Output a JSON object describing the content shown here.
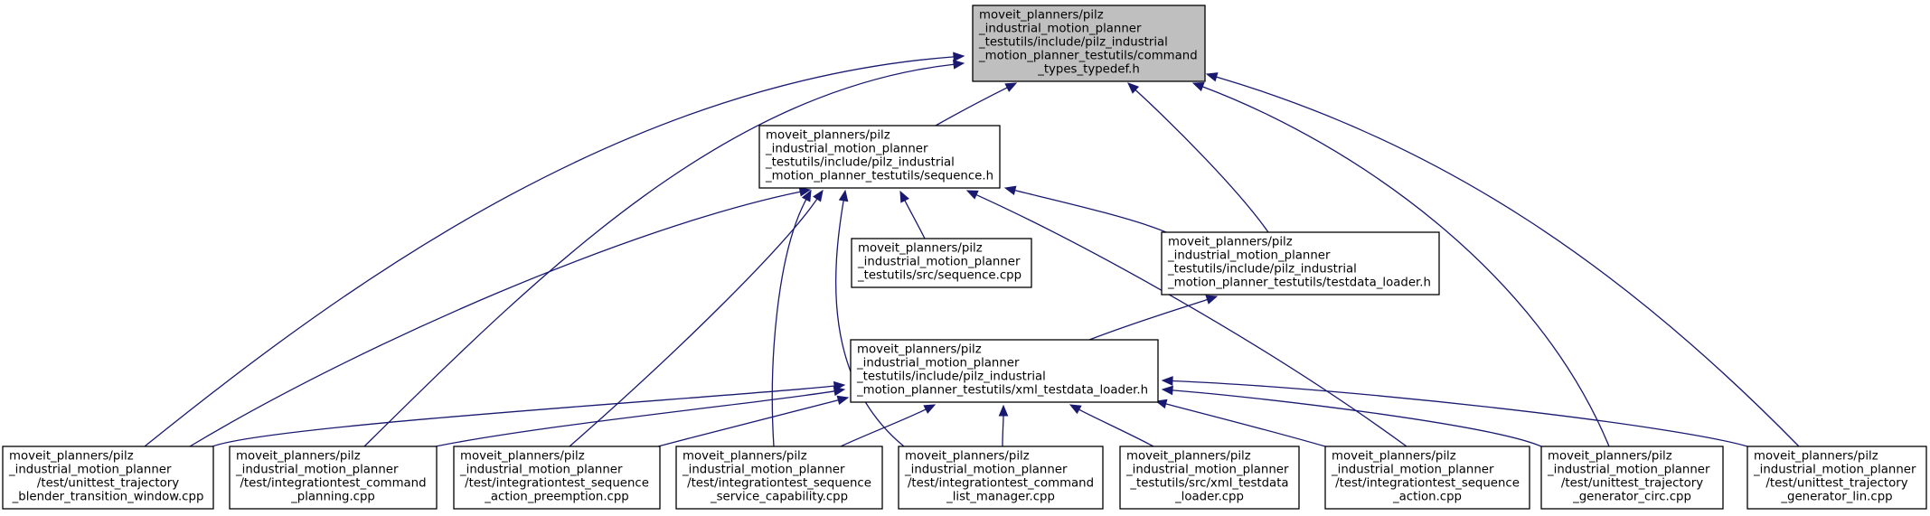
{
  "diagram": {
    "colors": {
      "edge": "#191970",
      "focus_fill": "#bfbfbf",
      "node_fill": "#ffffff",
      "border": "#000000"
    },
    "nodes": [
      {
        "id": "command_types_typedef_h",
        "focus": true,
        "align": "start",
        "lines": [
          "moveit_planners/pilz",
          "_industrial_motion_planner",
          "_testutils/include/pilz_industrial",
          "_motion_planner_testutils/command",
          "_types_typedef.h"
        ]
      },
      {
        "id": "sequence_h",
        "focus": false,
        "align": "start",
        "lines": [
          "moveit_planners/pilz",
          "_industrial_motion_planner",
          "_testutils/include/pilz_industrial",
          "_motion_planner_testutils/sequence.h"
        ]
      },
      {
        "id": "sequence_cpp",
        "focus": false,
        "align": "start",
        "lines": [
          "moveit_planners/pilz",
          "_industrial_motion_planner",
          "_testutils/src/sequence.cpp"
        ]
      },
      {
        "id": "testdata_loader_h",
        "focus": false,
        "align": "start",
        "lines": [
          "moveit_planners/pilz",
          "_industrial_motion_planner",
          "_testutils/include/pilz_industrial",
          "_motion_planner_testutils/testdata_loader.h"
        ]
      },
      {
        "id": "xml_testdata_loader_h",
        "focus": false,
        "align": "start",
        "lines": [
          "moveit_planners/pilz",
          "_industrial_motion_planner",
          "_testutils/include/pilz_industrial",
          "_motion_planner_testutils/xml_testdata_loader.h"
        ]
      },
      {
        "id": "unittest_trajectory_blender_transition_window_cpp",
        "focus": false,
        "align": "mixed",
        "lines": [
          "moveit_planners/pilz",
          "_industrial_motion_planner",
          "/test/unittest_trajectory",
          "_blender_transition_window.cpp"
        ]
      },
      {
        "id": "integrationtest_command_planning_cpp",
        "focus": false,
        "align": "mixed",
        "lines": [
          "moveit_planners/pilz",
          "_industrial_motion_planner",
          "/test/integrationtest_command",
          "_planning.cpp"
        ]
      },
      {
        "id": "integrationtest_sequence_action_preemption_cpp",
        "focus": false,
        "align": "mixed",
        "lines": [
          "moveit_planners/pilz",
          "_industrial_motion_planner",
          "/test/integrationtest_sequence",
          "_action_preemption.cpp"
        ]
      },
      {
        "id": "integrationtest_sequence_service_capability_cpp",
        "focus": false,
        "align": "mixed",
        "lines": [
          "moveit_planners/pilz",
          "_industrial_motion_planner",
          "/test/integrationtest_sequence",
          "_service_capability.cpp"
        ]
      },
      {
        "id": "integrationtest_command_list_manager_cpp",
        "focus": false,
        "align": "mixed",
        "lines": [
          "moveit_planners/pilz",
          "_industrial_motion_planner",
          "/test/integrationtest_command",
          "_list_manager.cpp"
        ]
      },
      {
        "id": "xml_testdata_loader_cpp",
        "focus": false,
        "align": "mixed",
        "lines": [
          "moveit_planners/pilz",
          "_industrial_motion_planner",
          "_testutils/src/xml_testdata",
          "_loader.cpp"
        ]
      },
      {
        "id": "integrationtest_sequence_action_cpp",
        "focus": false,
        "align": "mixed",
        "lines": [
          "moveit_planners/pilz",
          "_industrial_motion_planner",
          "/test/integrationtest_sequence",
          "_action.cpp"
        ]
      },
      {
        "id": "unittest_trajectory_generator_circ_cpp",
        "focus": false,
        "align": "mixed",
        "lines": [
          "moveit_planners/pilz",
          "_industrial_motion_planner",
          "/test/unittest_trajectory",
          "_generator_circ.cpp"
        ]
      },
      {
        "id": "unittest_trajectory_generator_lin_cpp",
        "focus": false,
        "align": "mixed",
        "lines": [
          "moveit_planners/pilz",
          "_industrial_motion_planner",
          "/test/unittest_trajectory",
          "_generator_lin.cpp"
        ]
      }
    ],
    "edges": [
      {
        "from": "sequence_h",
        "to": "command_types_typedef_h"
      },
      {
        "from": "testdata_loader_h",
        "to": "command_types_typedef_h"
      },
      {
        "from": "unittest_trajectory_blender_transition_window_cpp",
        "to": "command_types_typedef_h"
      },
      {
        "from": "integrationtest_command_planning_cpp",
        "to": "command_types_typedef_h"
      },
      {
        "from": "unittest_trajectory_generator_circ_cpp",
        "to": "command_types_typedef_h"
      },
      {
        "from": "unittest_trajectory_generator_lin_cpp",
        "to": "command_types_typedef_h"
      },
      {
        "from": "sequence_cpp",
        "to": "sequence_h"
      },
      {
        "from": "testdata_loader_h",
        "to": "sequence_h"
      },
      {
        "from": "unittest_trajectory_blender_transition_window_cpp",
        "to": "sequence_h"
      },
      {
        "from": "integrationtest_sequence_action_preemption_cpp",
        "to": "sequence_h"
      },
      {
        "from": "integrationtest_sequence_service_capability_cpp",
        "to": "sequence_h"
      },
      {
        "from": "integrationtest_command_list_manager_cpp",
        "to": "sequence_h"
      },
      {
        "from": "integrationtest_sequence_action_cpp",
        "to": "sequence_h"
      },
      {
        "from": "xml_testdata_loader_h",
        "to": "testdata_loader_h"
      },
      {
        "from": "unittest_trajectory_blender_transition_window_cpp",
        "to": "xml_testdata_loader_h"
      },
      {
        "from": "integrationtest_command_planning_cpp",
        "to": "xml_testdata_loader_h"
      },
      {
        "from": "integrationtest_sequence_action_preemption_cpp",
        "to": "xml_testdata_loader_h"
      },
      {
        "from": "integrationtest_sequence_service_capability_cpp",
        "to": "xml_testdata_loader_h"
      },
      {
        "from": "integrationtest_command_list_manager_cpp",
        "to": "xml_testdata_loader_h"
      },
      {
        "from": "xml_testdata_loader_cpp",
        "to": "xml_testdata_loader_h"
      },
      {
        "from": "integrationtest_sequence_action_cpp",
        "to": "xml_testdata_loader_h"
      },
      {
        "from": "unittest_trajectory_generator_circ_cpp",
        "to": "xml_testdata_loader_h"
      },
      {
        "from": "unittest_trajectory_generator_lin_cpp",
        "to": "xml_testdata_loader_h"
      }
    ]
  }
}
